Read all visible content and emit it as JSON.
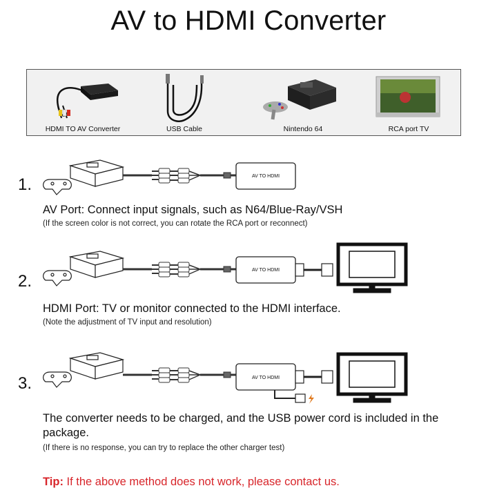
{
  "title": "AV to HDMI Converter",
  "package_items": [
    {
      "label": "HDMI TO AV Converter",
      "icon": "converter-cable-icon"
    },
    {
      "label": "USB Cable",
      "icon": "usb-cable-icon"
    },
    {
      "label": "Nintendo 64",
      "icon": "console-icon"
    },
    {
      "label": "RCA port TV",
      "icon": "tv-icon"
    }
  ],
  "steps": [
    {
      "number": "1.",
      "box_label": "AV TO HDMI",
      "description": "AV Port: Connect input signals, such as N64/Blue-Ray/VSH",
      "note": "(If the screen color is not correct, you can rotate the RCA port or reconnect)"
    },
    {
      "number": "2.",
      "box_label": "AV TO HDMI",
      "description": "HDMI Port: TV or monitor connected to the HDMI interface.",
      "note": "(Note the adjustment of TV input and resolution)"
    },
    {
      "number": "3.",
      "box_label": "AV TO HDMI",
      "description": "The converter needs to be charged, and the USB power cord is included in the package.",
      "note": "(If there is no response, you can try to replace the other charger test)"
    }
  ],
  "tip": {
    "label": "Tip:",
    "text": " If the above method does not work, please contact us."
  },
  "colors": {
    "tip": "#d8262b",
    "panel_bg": "#f1f1f1"
  }
}
